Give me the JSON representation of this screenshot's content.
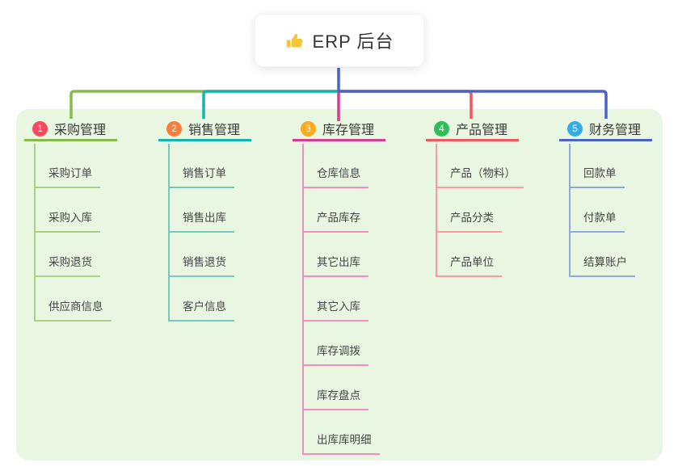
{
  "root": {
    "label": "ERP 后台",
    "icon": "thumbs-up"
  },
  "colors": {
    "canvas_bg": "#ffffff",
    "panel_bg": "#e9f6e1",
    "root_edge_blue": "#4a63c9",
    "thumb_yellow": "#f7c634"
  },
  "branches": [
    {
      "badge": "1",
      "badge_color": "#f5495f",
      "label": "采购管理",
      "line_color": "#85bb4a",
      "child_line_color": "#aacf85",
      "children": [
        "采购订单",
        "采购入库",
        "采购退货",
        "供应商信息"
      ]
    },
    {
      "badge": "2",
      "badge_color": "#fa7d3b",
      "label": "销售管理",
      "line_color": "#14b5ad",
      "child_line_color": "#74c9c1",
      "children": [
        "销售订单",
        "销售出库",
        "销售退货",
        "客户信息"
      ]
    },
    {
      "badge": "3",
      "badge_color": "#fbab1f",
      "label": "库存管理",
      "line_color": "#d63d90",
      "child_line_color": "#f090c0",
      "children": [
        "仓库信息",
        "产品库存",
        "其它出库",
        "其它入库",
        "库存调拨",
        "库存盘点",
        "出库库明细"
      ]
    },
    {
      "badge": "4",
      "badge_color": "#2ebd58",
      "label": "产品管理",
      "line_color": "#f0575f",
      "child_line_color": "#f79ba0",
      "children": [
        "产品（物料）",
        "产品分类",
        "产品单位"
      ]
    },
    {
      "badge": "5",
      "badge_color": "#36ace5",
      "label": "财务管理",
      "line_color": "#4a63c9",
      "child_line_color": "#92a7da",
      "children": [
        "回款单",
        "付款单",
        "结算账户"
      ]
    }
  ]
}
